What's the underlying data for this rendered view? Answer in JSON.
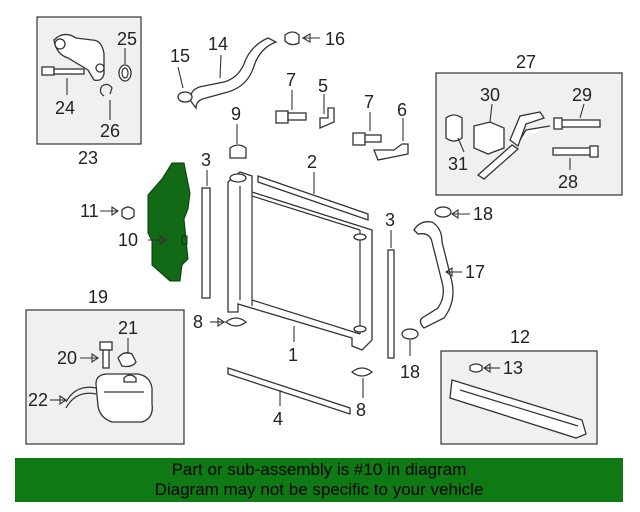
{
  "callouts": {
    "c1": "1",
    "c2": "2",
    "c3a": "3",
    "c3b": "3",
    "c4": "4",
    "c5": "5",
    "c6": "6",
    "c7a": "7",
    "c7b": "7",
    "c8a": "8",
    "c8b": "8",
    "c9": "9",
    "c10": "10",
    "c11": "11",
    "c12": "12",
    "c13": "13",
    "c14": "14",
    "c15": "15",
    "c16": "16",
    "c17": "17",
    "c18a": "18",
    "c18b": "18",
    "c19": "19",
    "c20": "20",
    "c21": "21",
    "c22": "22",
    "c23": "23",
    "c24": "24",
    "c25": "25",
    "c26": "26",
    "c27": "27",
    "c28": "28",
    "c29": "29",
    "c30": "30",
    "c31": "31"
  },
  "banner": {
    "line1": "Part or sub-assembly is #10 in diagram",
    "line2": "Diagram may not be specific to your vehicle"
  },
  "colors": {
    "highlight": "#126a16",
    "banner": "#0f7a14",
    "box_fill": "#f0f0f0"
  }
}
